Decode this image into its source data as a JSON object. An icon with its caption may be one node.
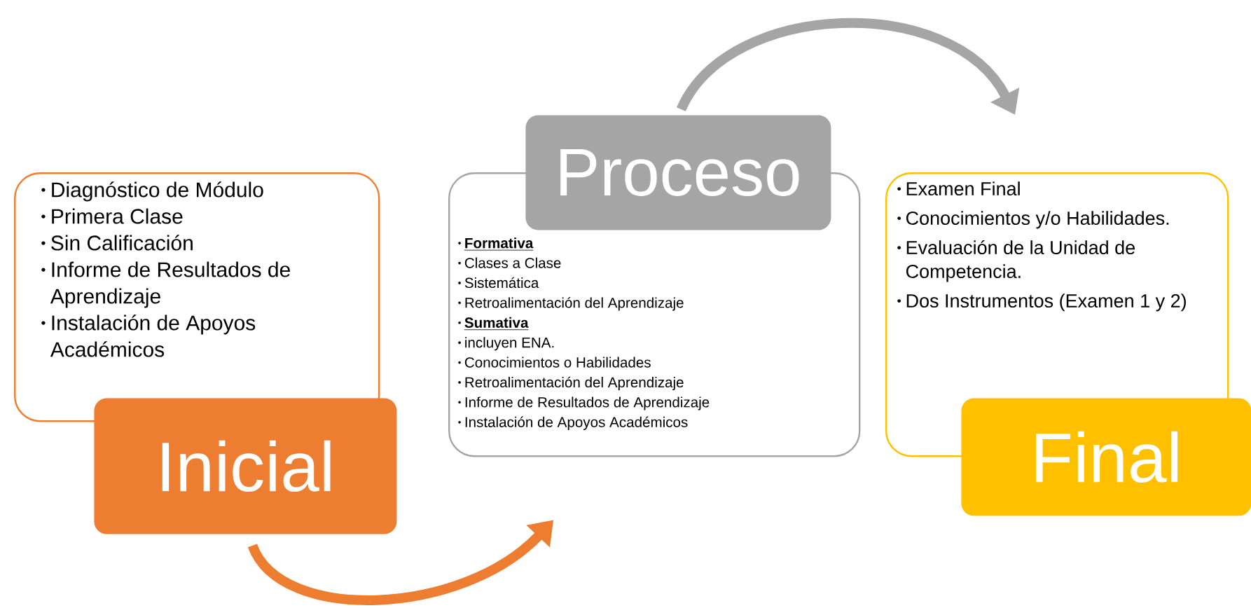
{
  "diagram": {
    "nodes": [
      {
        "text": [
          "Diagnóstico de Módulo",
          "Primera Clase",
          "Sin Calificación",
          "Informe de Resultados de Aprendizaje",
          "Instalación de Apoyos Académicos"
        ]
      },
      {
        "text": [
          "Inicial"
        ]
      },
      {
        "text": [
          "Formativa",
          "Clases a Clase",
          "Sistemática",
          "Retroalimentación del Aprendizaje",
          "Sumativa",
          "incluyen ENA.",
          "Conocimientos o Habilidades",
          "Retroalimentación del Aprendizaje",
          "Informe de Resultados de Aprendizaje",
          "Instalación de Apoyos Académicos"
        ]
      },
      {
        "text": [
          "Proceso"
        ]
      },
      {
        "text": [
          "Examen Final",
          "Conocimientos y/o Habilidades.",
          "Evaluación de la Unidad de Competencia.",
          "Dos Instrumentos (Examen 1 y 2)"
        ]
      },
      {
        "text": [
          "Final"
        ]
      }
    ],
    "edges": [
      {
        "from": 1,
        "to": 2,
        "arrow": "to",
        "color": "#ed7d31"
      },
      {
        "from": 3,
        "to": 4,
        "arrow": "to",
        "color": "#a5a5a5"
      }
    ]
  }
}
